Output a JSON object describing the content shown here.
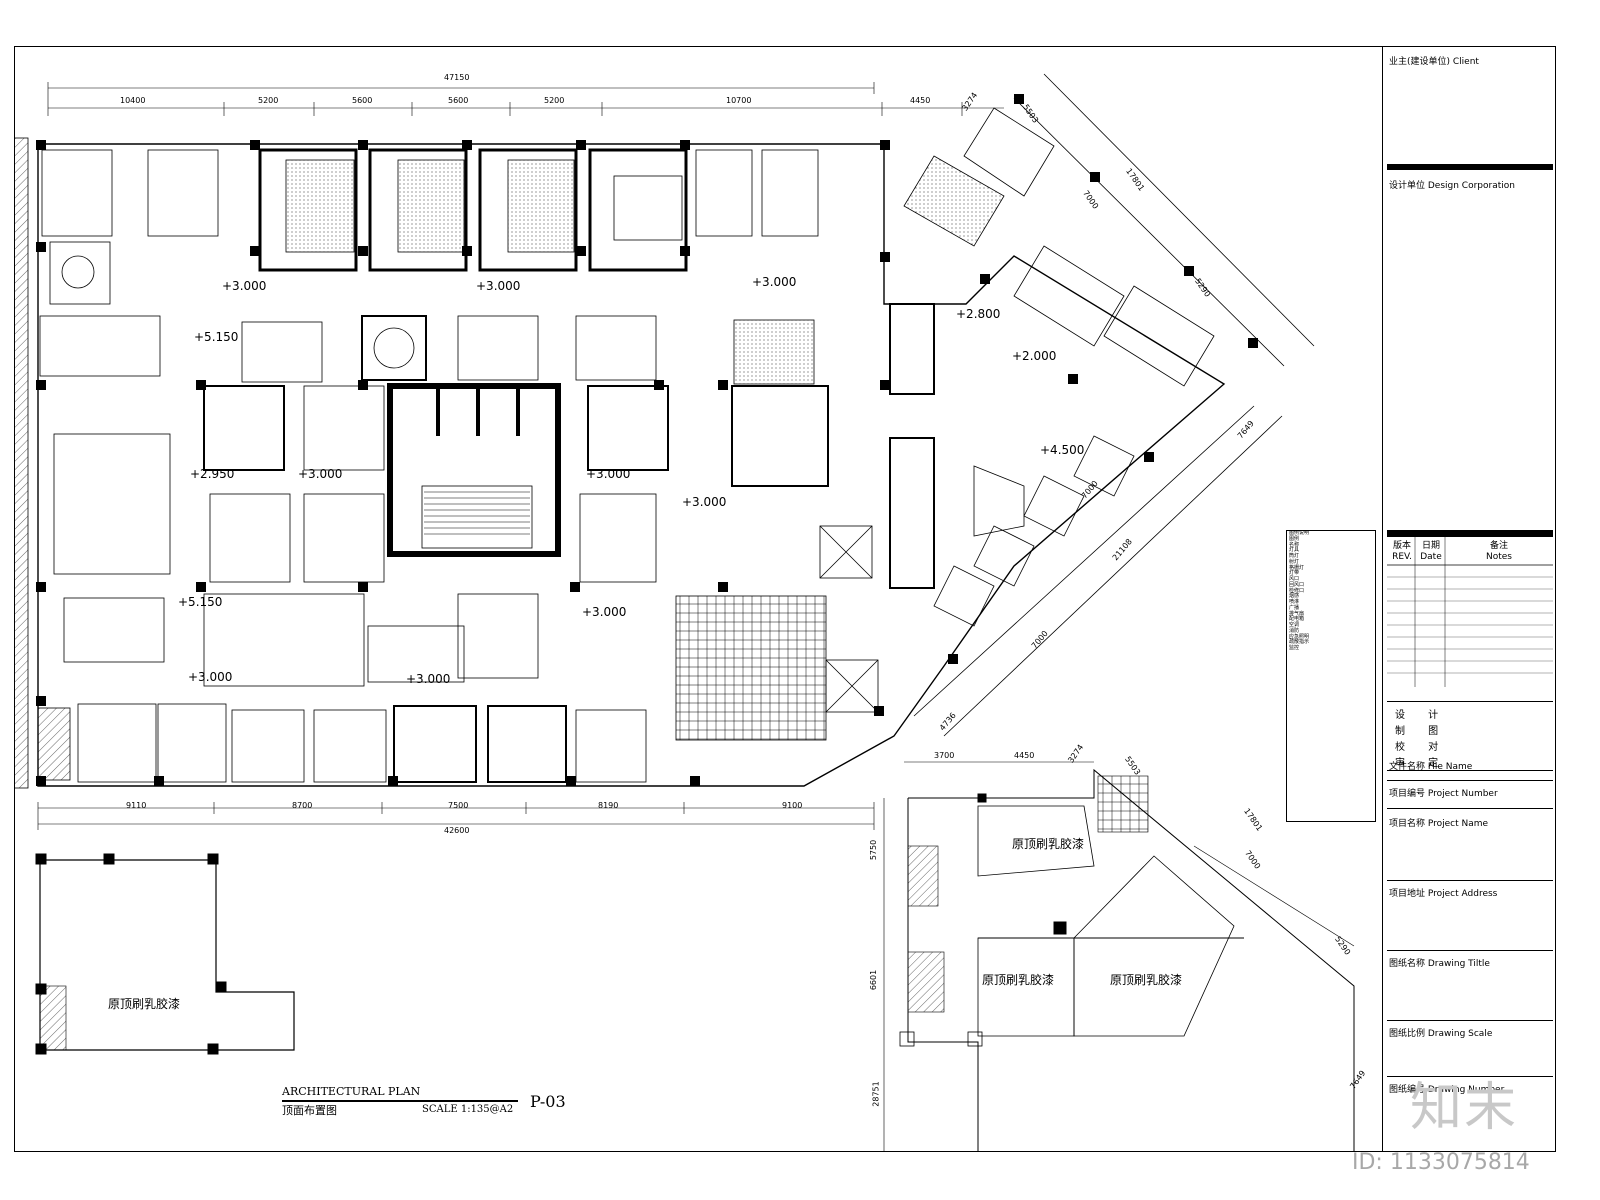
{
  "main_plan": {
    "top_dims": {
      "total": "47150",
      "segments": [
        "10400",
        "5200",
        "5600",
        "5600",
        "5200",
        "10700",
        "4450"
      ]
    },
    "bottom_dims": {
      "total": "42600",
      "segments": [
        "9110",
        "8700",
        "7500",
        "8190",
        "9100"
      ]
    },
    "diagonal_dims": [
      "3274",
      "5503",
      "17801",
      "7000",
      "5290",
      "7649",
      "21108",
      "7000",
      "7000",
      "4736"
    ],
    "elevations": {
      "e1": "+3.000",
      "e2": "+3.000",
      "e3": "+3.000",
      "e4": "+5.150",
      "e5": "+2.950",
      "e6": "+3.000",
      "e7": "+3.000",
      "e8": "+3.000",
      "e9": "+5.150",
      "e10": "+3.000",
      "e11": "+3.000",
      "e12": "+3.000",
      "e13": "+2.800",
      "e14": "+2.000",
      "e15": "+4.500"
    }
  },
  "small_plan_left": {
    "note": "原顶刷乳胶漆"
  },
  "small_plan_right": {
    "dims_top": [
      "3700",
      "4450",
      "3274",
      "5503"
    ],
    "dims_side": [
      "5750",
      "6601",
      "28751"
    ],
    "dims_diag": [
      "17801",
      "7000",
      "5290",
      "7649"
    ],
    "notes": [
      "原顶刷乳胶漆",
      "原顶刷乳胶漆",
      "原顶刷乳胶漆"
    ]
  },
  "caption": {
    "title_en": "ARCHITECTURAL PLAN",
    "title_cn": "顶面布置图",
    "scale": "SCALE  1:135@A2",
    "sheet": "P-03"
  },
  "legend": {
    "header": "图例说明",
    "items": [
      "图例",
      "名称",
      "灯具",
      "筒灯",
      "射灯",
      "格栅灯",
      "灯带",
      "风口",
      "回风口",
      "检修口",
      "烟感",
      "喷淋",
      "广播",
      "排气扇",
      "配电箱",
      "空调",
      "消防",
      "应急照明",
      "疏散指示",
      "监控"
    ]
  },
  "title_block": {
    "client": "业主(建设单位)  Client",
    "design": "设计单位 Design Corporation",
    "rev_cols": [
      "版本\nREV.",
      "日期\nDate",
      "备注\nNotes"
    ],
    "approvals": [
      "设 计",
      "制 图",
      "校 对",
      "审 定"
    ],
    "file_name": "文件名称 File Name",
    "project_number": "项目编号 Project Number",
    "project_name": "项目名称 Project Name",
    "project_address": "项目地址 Project Address",
    "drawing_title": "图纸名称 Drawing Tiltle",
    "drawing_scale": "图纸比例 Drawing Scale",
    "drawing_number": "图纸编号 Drawing Number"
  },
  "watermark": {
    "logo": "知末",
    "id": "ID: 1133075814"
  }
}
